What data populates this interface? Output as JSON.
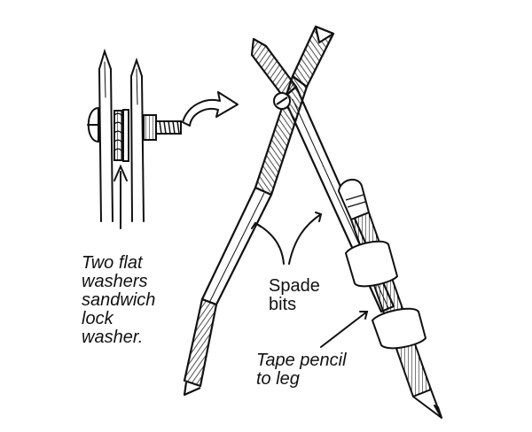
{
  "labels": {
    "washers": [
      "Two flat",
      "washers",
      "sandwich",
      "lock",
      "washer."
    ],
    "spade_bits": [
      "Spade",
      "bits"
    ],
    "tape_pencil": [
      "Tape pencil",
      "to leg"
    ]
  },
  "colors": {
    "ink": "#111111",
    "background": "#ffffff",
    "hatch": "#222222"
  }
}
